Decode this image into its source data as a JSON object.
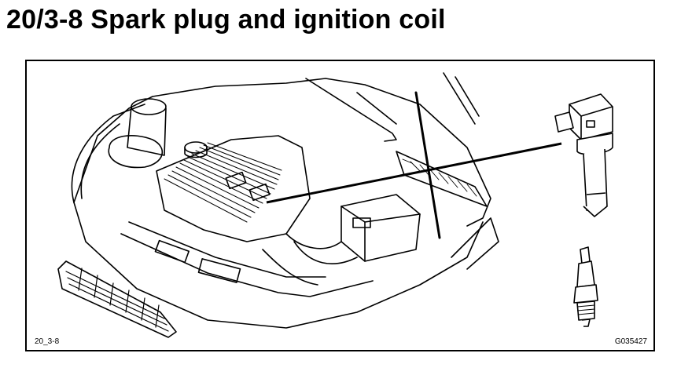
{
  "title": "20/3-8  Spark plug and ignition coil",
  "figure": {
    "caption_left": "20_3-8",
    "caption_right": "G035427",
    "parts": [
      "engine-bay",
      "ignition-coil",
      "spark-plug"
    ]
  }
}
